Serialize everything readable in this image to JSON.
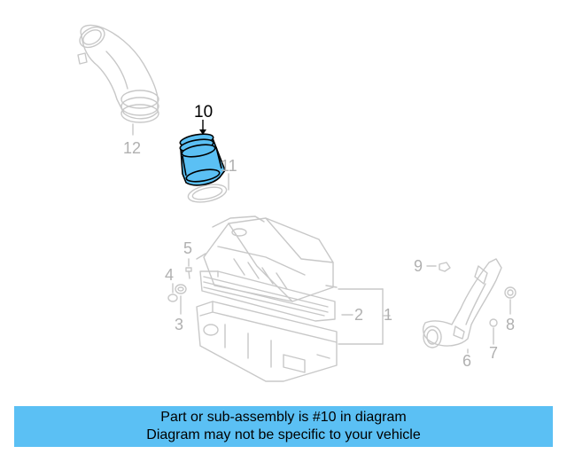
{
  "diagram": {
    "highlight_color": "#5bc0f4",
    "line_color": "#c8c8c8",
    "callouts": {
      "c1": "1",
      "c2": "2",
      "c3": "3",
      "c4": "4",
      "c5": "5",
      "c6": "6",
      "c7": "7",
      "c8": "8",
      "c9": "9",
      "c10": "10",
      "c11": "11",
      "c12": "12"
    }
  },
  "banner": {
    "line1": "Part or sub-assembly is #10 in diagram",
    "line2": "Diagram may not be specific to your vehicle",
    "color": "#5bc0f4"
  }
}
